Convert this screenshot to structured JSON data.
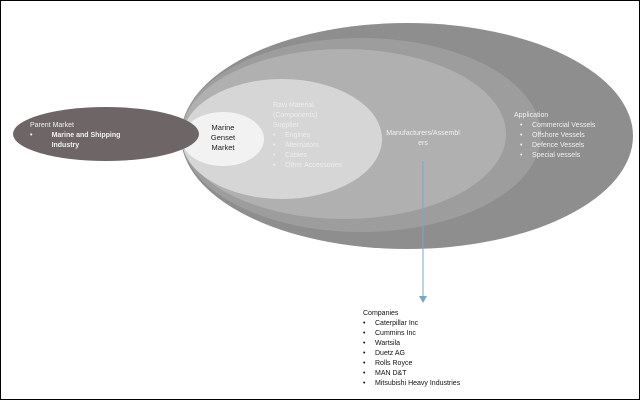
{
  "parent_market": {
    "title": "Parent Market",
    "items": [
      "Marine and Shipping Industry"
    ]
  },
  "core": {
    "label": "Marine Genset Market"
  },
  "raw_material": {
    "title": "Raw Material (Components) Supplier",
    "items": [
      "Engines",
      "Alternators",
      "Cables",
      "Other Accessories"
    ]
  },
  "manufacturers": {
    "label": "Manufacturers/Assemblers"
  },
  "application": {
    "title": "Application",
    "items": [
      "Commercial Vessels",
      "Offshore Vessels",
      "Defence Vessels",
      "Special vessels"
    ]
  },
  "companies": {
    "title": "Companies",
    "items": [
      "Caterpillar Inc",
      "Cummins Inc",
      "Wartsila",
      "Duetz AG",
      "Rolls Royce",
      "MAN D&T",
      "Mitsubishi Heavy Industries"
    ]
  },
  "colors": {
    "outer": "#8e8e8e",
    "middle": "#b0b0b0",
    "inner": "#d6d6d6",
    "core": "#f2f2f2",
    "parent": "#6e6666",
    "arrow": "#7aa6cc"
  }
}
